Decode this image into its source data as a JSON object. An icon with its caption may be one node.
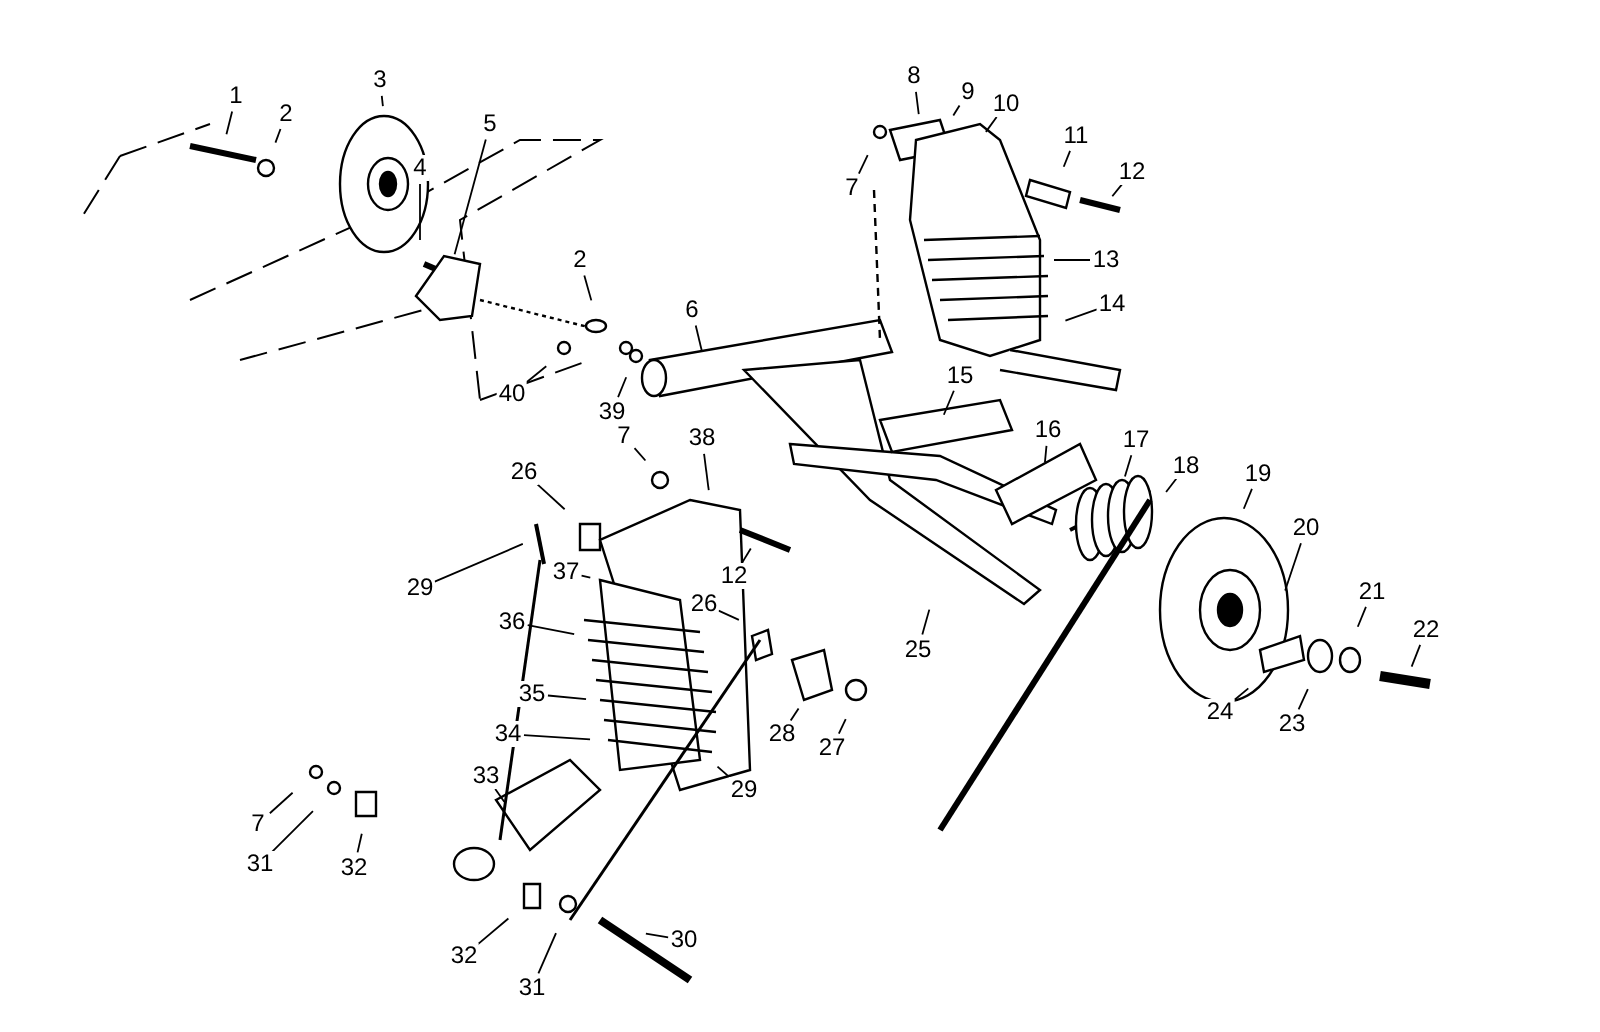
{
  "diagram": {
    "nodes": [
      {
        "text": [
          "1"
        ]
      },
      {
        "text": [
          "2"
        ]
      },
      {
        "text": [
          "3"
        ]
      },
      {
        "text": [
          "4"
        ]
      },
      {
        "text": [
          "5"
        ]
      },
      {
        "text": [
          "2"
        ]
      },
      {
        "text": [
          "39"
        ]
      },
      {
        "text": [
          "40"
        ]
      },
      {
        "text": [
          "6"
        ]
      },
      {
        "text": [
          "7"
        ]
      },
      {
        "text": [
          "8"
        ]
      },
      {
        "text": [
          "9"
        ]
      },
      {
        "text": [
          "10"
        ]
      },
      {
        "text": [
          "11"
        ]
      },
      {
        "text": [
          "12"
        ]
      },
      {
        "text": [
          "13"
        ]
      },
      {
        "text": [
          "14"
        ]
      },
      {
        "text": [
          "7"
        ]
      },
      {
        "text": [
          "38"
        ]
      },
      {
        "text": [
          "26"
        ]
      },
      {
        "text": [
          "15"
        ]
      },
      {
        "text": [
          "16"
        ]
      },
      {
        "text": [
          "17"
        ]
      },
      {
        "text": [
          "18"
        ]
      },
      {
        "text": [
          "19"
        ]
      },
      {
        "text": [
          "20"
        ]
      },
      {
        "text": [
          "12"
        ]
      },
      {
        "text": [
          "26"
        ]
      },
      {
        "text": [
          "29"
        ]
      },
      {
        "text": [
          "37"
        ]
      },
      {
        "text": [
          "36"
        ]
      },
      {
        "text": [
          "35"
        ]
      },
      {
        "text": [
          "34"
        ]
      },
      {
        "text": [
          "33"
        ]
      },
      {
        "text": [
          "28"
        ]
      },
      {
        "text": [
          "27"
        ]
      },
      {
        "text": [
          "25"
        ]
      },
      {
        "text": [
          "21"
        ]
      },
      {
        "text": [
          "22"
        ]
      },
      {
        "text": [
          "24"
        ]
      },
      {
        "text": [
          "23"
        ]
      },
      {
        "text": [
          "29"
        ]
      },
      {
        "text": [
          "7"
        ]
      },
      {
        "text": [
          "31"
        ]
      },
      {
        "text": [
          "32"
        ]
      },
      {
        "text": [
          "30"
        ]
      },
      {
        "text": [
          "32"
        ]
      },
      {
        "text": [
          "31"
        ]
      }
    ],
    "edges": [
      {
        "from": 0,
        "to": null,
        "arrow": "none"
      },
      {
        "from": 1,
        "to": null,
        "arrow": "none"
      },
      {
        "from": 2,
        "to": null,
        "arrow": "none"
      },
      {
        "from": 3,
        "to": null,
        "arrow": "none"
      },
      {
        "from": 4,
        "to": null,
        "arrow": "none"
      },
      {
        "from": 5,
        "to": null,
        "arrow": "none"
      },
      {
        "from": 6,
        "to": null,
        "arrow": "none"
      },
      {
        "from": 7,
        "to": null,
        "arrow": "none"
      },
      {
        "from": 8,
        "to": null,
        "arrow": "none"
      },
      {
        "from": 9,
        "to": null,
        "arrow": "none"
      },
      {
        "from": 10,
        "to": null,
        "arrow": "none"
      },
      {
        "from": 11,
        "to": null,
        "arrow": "none"
      },
      {
        "from": 12,
        "to": null,
        "arrow": "none"
      },
      {
        "from": 13,
        "to": null,
        "arrow": "none"
      },
      {
        "from": 14,
        "to": null,
        "arrow": "none"
      },
      {
        "from": 15,
        "to": null,
        "arrow": "none"
      },
      {
        "from": 16,
        "to": null,
        "arrow": "none"
      },
      {
        "from": 17,
        "to": null,
        "arrow": "none"
      },
      {
        "from": 18,
        "to": null,
        "arrow": "none"
      },
      {
        "from": 19,
        "to": null,
        "arrow": "none"
      },
      {
        "from": 20,
        "to": null,
        "arrow": "none"
      },
      {
        "from": 21,
        "to": null,
        "arrow": "none"
      },
      {
        "from": 22,
        "to": null,
        "arrow": "none"
      },
      {
        "from": 23,
        "to": null,
        "arrow": "none"
      },
      {
        "from": 24,
        "to": null,
        "arrow": "none"
      },
      {
        "from": 25,
        "to": null,
        "arrow": "none"
      },
      {
        "from": 26,
        "to": null,
        "arrow": "none"
      },
      {
        "from": 27,
        "to": null,
        "arrow": "none"
      },
      {
        "from": 28,
        "to": null,
        "arrow": "none"
      },
      {
        "from": 29,
        "to": null,
        "arrow": "none"
      },
      {
        "from": 30,
        "to": null,
        "arrow": "none"
      },
      {
        "from": 31,
        "to": null,
        "arrow": "none"
      },
      {
        "from": 32,
        "to": null,
        "arrow": "none"
      },
      {
        "from": 33,
        "to": null,
        "arrow": "none"
      },
      {
        "from": 34,
        "to": null,
        "arrow": "none"
      },
      {
        "from": 35,
        "to": null,
        "arrow": "none"
      },
      {
        "from": 36,
        "to": null,
        "arrow": "none"
      },
      {
        "from": 37,
        "to": null,
        "arrow": "none"
      },
      {
        "from": 38,
        "to": null,
        "arrow": "none"
      },
      {
        "from": 39,
        "to": null,
        "arrow": "none"
      },
      {
        "from": 40,
        "to": null,
        "arrow": "none"
      },
      {
        "from": 41,
        "to": null,
        "arrow": "none"
      },
      {
        "from": 42,
        "to": null,
        "arrow": "none"
      },
      {
        "from": 43,
        "to": null,
        "arrow": "none"
      },
      {
        "from": 44,
        "to": null,
        "arrow": "none"
      },
      {
        "from": 45,
        "to": null,
        "arrow": "none"
      },
      {
        "from": 46,
        "to": null,
        "arrow": "none"
      },
      {
        "from": 47,
        "to": null,
        "arrow": "none"
      }
    ]
  }
}
